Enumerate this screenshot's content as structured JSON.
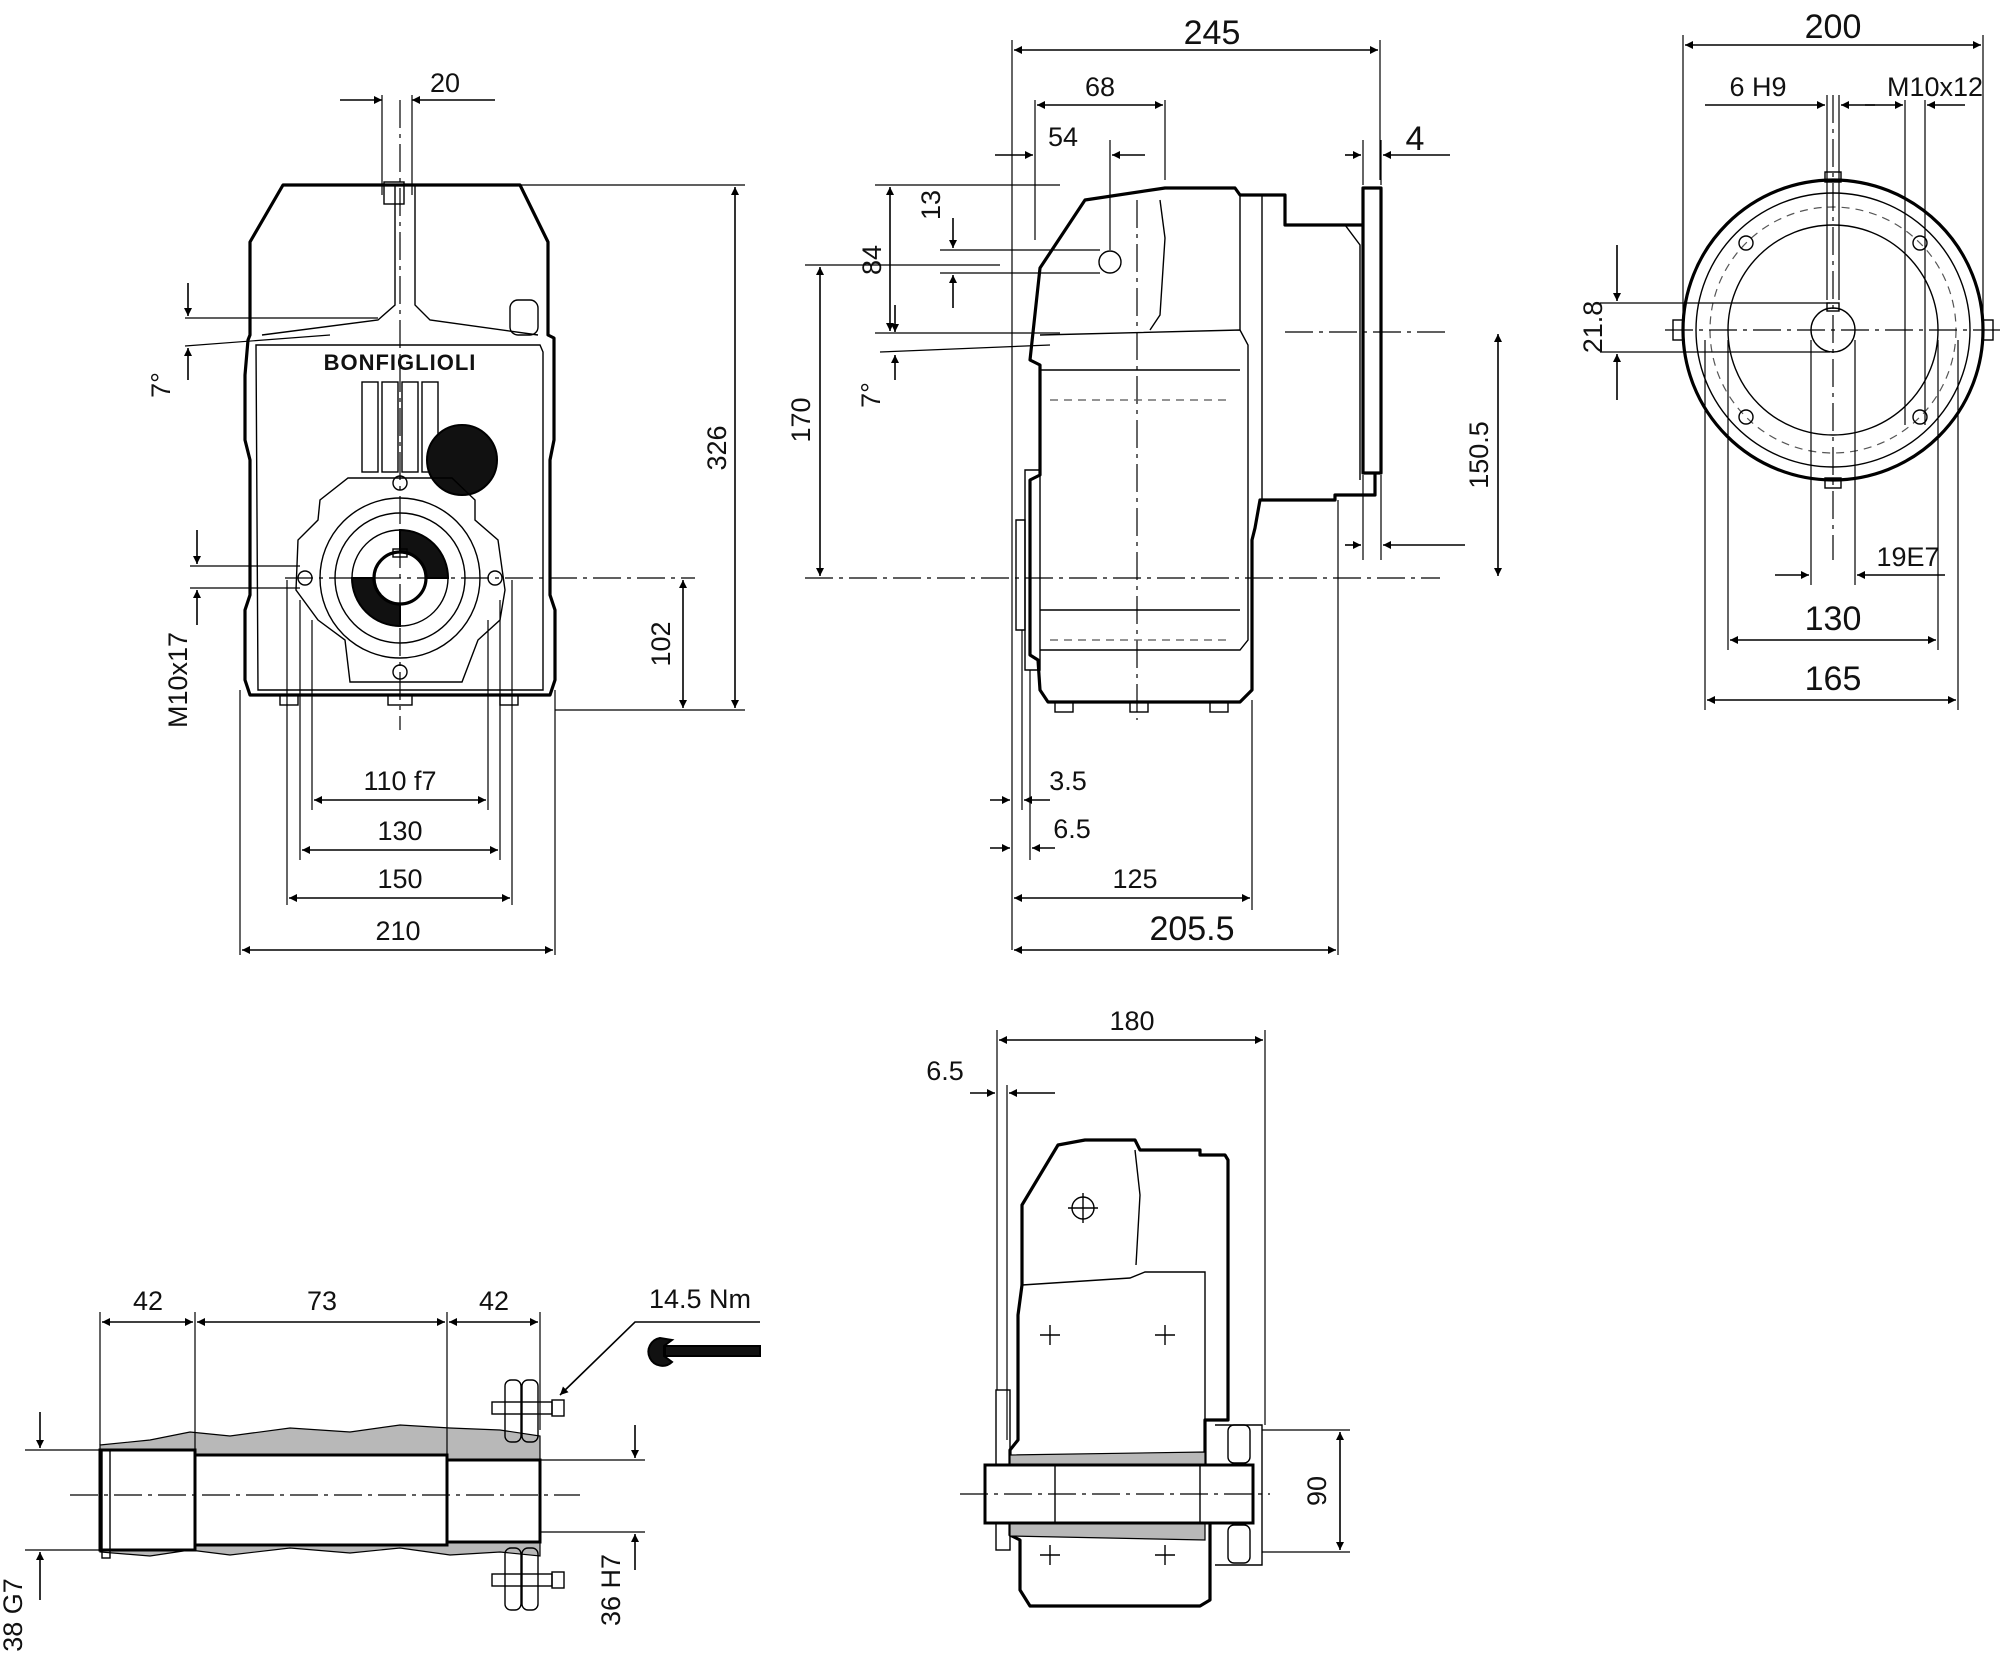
{
  "brand": "BONFIGLIOLI",
  "front_view": {
    "dims": {
      "d20": "20",
      "d326": "326",
      "d102": "102",
      "d110f7": "110 f7",
      "d130": "130",
      "d150": "150",
      "d210": "210",
      "m10x17": "M10x17",
      "angle7": "7°"
    }
  },
  "side_view": {
    "dims": {
      "d245": "245",
      "d68": "68",
      "d54": "54",
      "d4": "4",
      "d13": "13",
      "d84": "84",
      "angle7": "7°",
      "d170": "170",
      "d150_5": "150.5",
      "d3_5": "3.5",
      "d6_5": "6.5",
      "d125": "125",
      "d205_5": "205.5"
    }
  },
  "flange_view": {
    "dims": {
      "d200": "200",
      "d6h9": "6 H9",
      "m10x12": "M10x12",
      "d21_8": "21.8",
      "d19e7": "19E7",
      "d130": "130",
      "d165": "165"
    }
  },
  "shaft_view": {
    "dims": {
      "d42a": "42",
      "d73": "73",
      "d42b": "42",
      "torque": "14.5 Nm",
      "d38g7": "38 G7",
      "d36h7": "36 H7"
    }
  },
  "bottom_view": {
    "dims": {
      "d180": "180",
      "d6_5": "6.5",
      "d90": "90"
    }
  }
}
